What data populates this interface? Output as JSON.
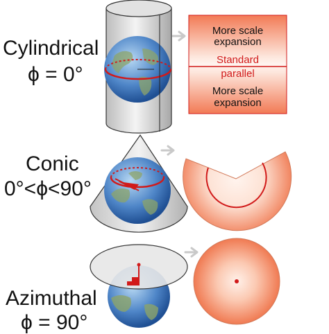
{
  "rows": [
    {
      "name": "Cylindrical",
      "angle": "ϕ = 0°"
    },
    {
      "name": "Conic",
      "angle": "0°<ϕ<90°"
    },
    {
      "name": "Azimuthal",
      "angle": "ϕ = 90°"
    }
  ],
  "cylindrical_map": {
    "top_text_1": "More scale",
    "top_text_2": "expansion",
    "mid_text_1": "Standard",
    "mid_text_2": "parallel",
    "bottom_text_1": "More scale",
    "bottom_text_2": "expansion"
  },
  "colors": {
    "accent_red": "#d11a1a",
    "map_orange": "#f4845f",
    "map_light": "#fde9df",
    "arrow_gray": "#c9c9c9"
  }
}
